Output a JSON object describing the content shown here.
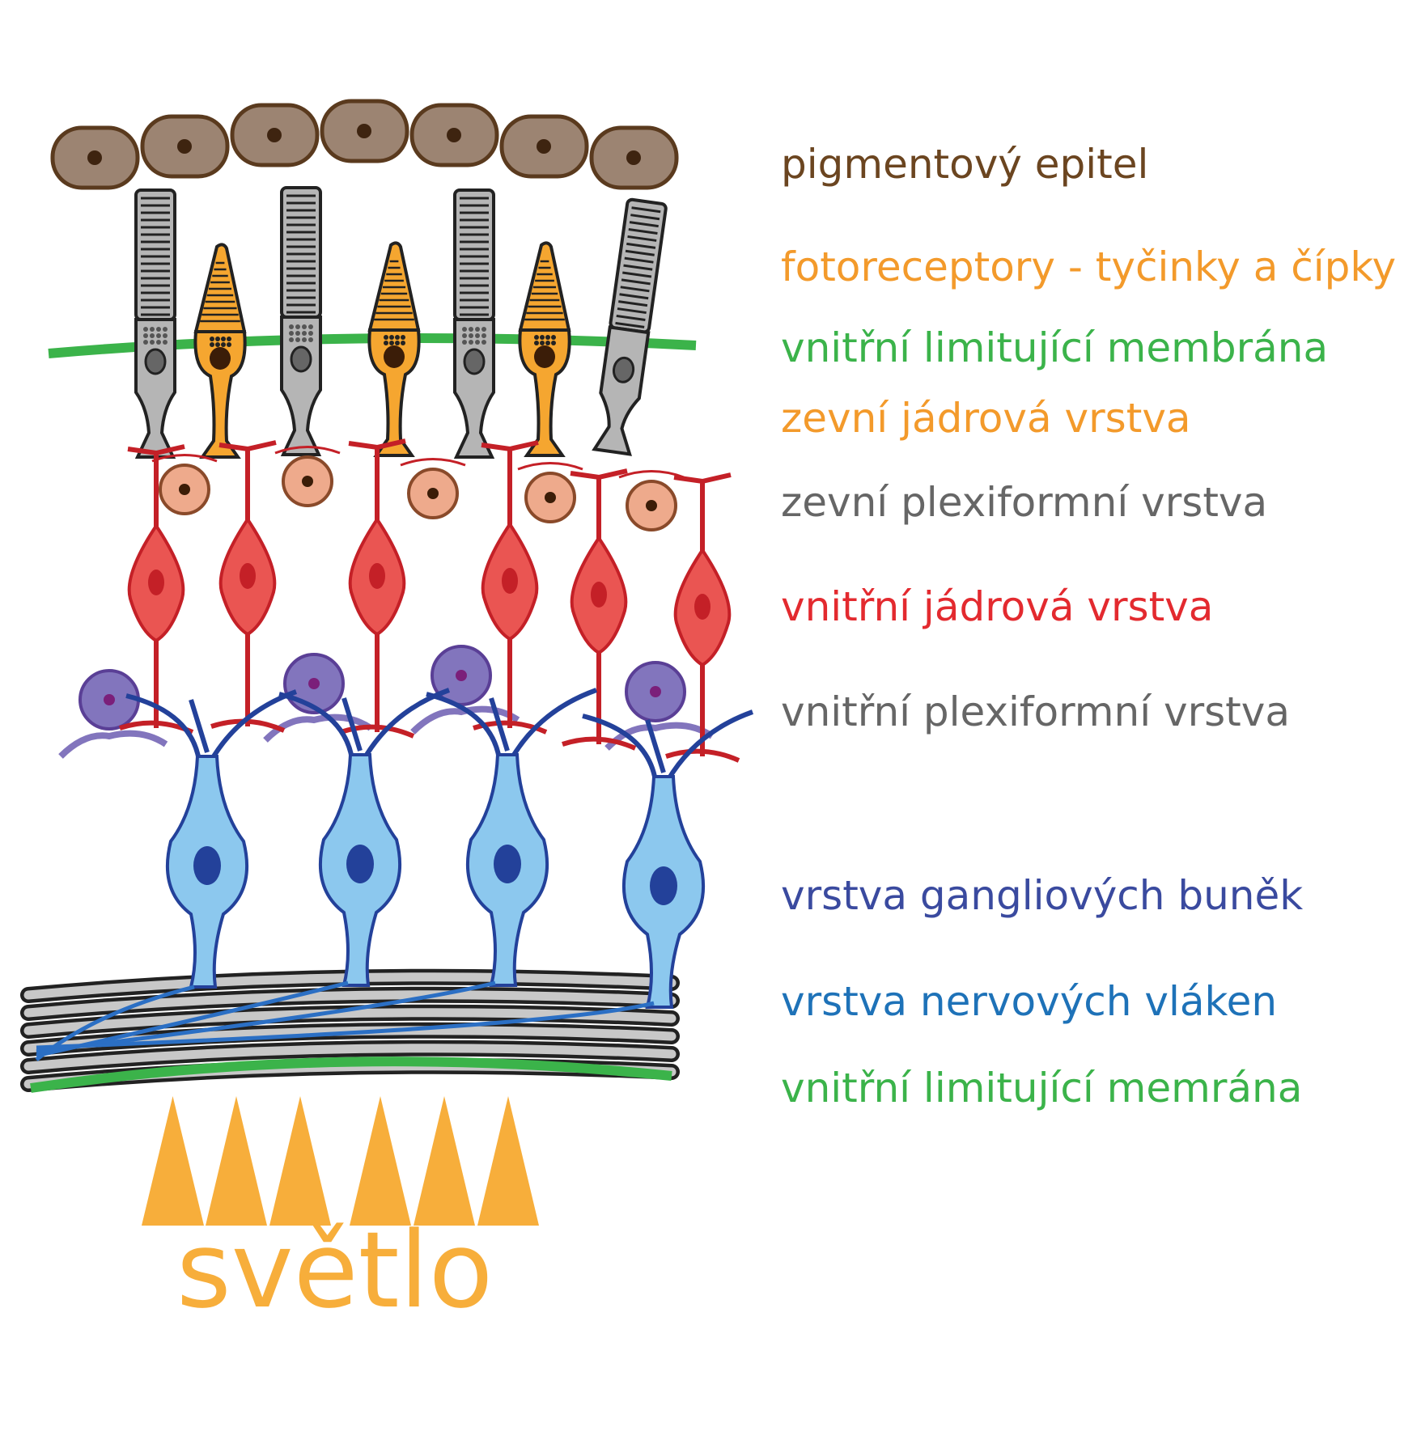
{
  "labels": [
    {
      "text": "pigmentový epitel",
      "color": "#6b4520"
    },
    {
      "text": "fotoreceptory - tyčinky a čípky",
      "color": "#f39a2b"
    },
    {
      "text": "vnitřní limitující membrána",
      "color": "#3bb34a"
    },
    {
      "text": "zevní jádrová vrstva",
      "color": "#f39a2b"
    },
    {
      "text": "zevní plexiformní vrstva",
      "color": "#666666"
    },
    {
      "text": "vnitřní jádrová vrstva",
      "color": "#e32a2f"
    },
    {
      "text": "vnitřní plexiformní vrstva",
      "color": "#666666"
    },
    {
      "text": "vrstva gangliových buněk",
      "color": "#3a4a9f"
    },
    {
      "text": "vrstva nervových vláken",
      "color": "#1e72b8"
    },
    {
      "text": "vnitřní limitující memrána",
      "color": "#3bb34a"
    }
  ],
  "light": {
    "text": "světlo",
    "color": "#f7ae3b"
  },
  "colors": {
    "epithelium": "#9c8472",
    "epithelium_stroke": "#5a3a1e",
    "rod": "#b5b5b5",
    "cone": "#f5a630",
    "membrane": "#3bb34a",
    "horizontal": "#eeaa8c",
    "bipolar": "#ea5552",
    "bipolar_stroke": "#c42027",
    "amacrine": "#8275bd",
    "ganglion": "#8cc8ee",
    "ganglion_stroke": "#23419a",
    "fiber": "#2b6fc4",
    "light": "#f7ae3b"
  }
}
